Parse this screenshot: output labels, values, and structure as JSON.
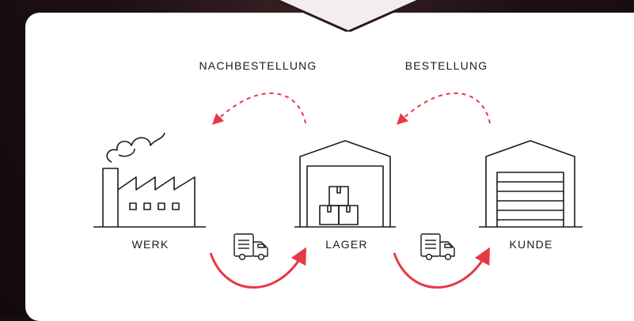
{
  "labels": {
    "reorder": "NACHBESTELLUNG",
    "order": "BESTELLUNG",
    "factory": "WERK",
    "warehouse": "LAGER",
    "customer": "KUNDE"
  },
  "colors": {
    "accent": "#e63946",
    "stroke": "#1b1b1b",
    "card": "#ffffff",
    "background": "#1a0e10"
  }
}
